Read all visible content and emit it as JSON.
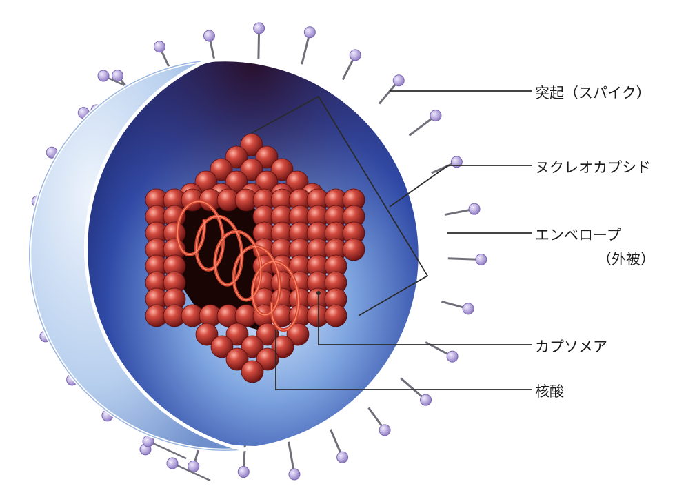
{
  "labels": {
    "spike": "突起（スパイク）",
    "nucleocapsid": "ヌクレオカプシド",
    "envelope": "エンベロープ",
    "envelope_sub": "（外被）",
    "capsomere": "カプソメア",
    "nucleic_acid": "核酸"
  },
  "colors": {
    "envelope_light": "#dce9f8",
    "envelope_mid": "#8fb2e2",
    "interior_dark": "#1a1f6a",
    "capsid_red": "#b8322e",
    "spike_knob": "#b7a6d6",
    "leader_line": "#2a2a2a"
  }
}
